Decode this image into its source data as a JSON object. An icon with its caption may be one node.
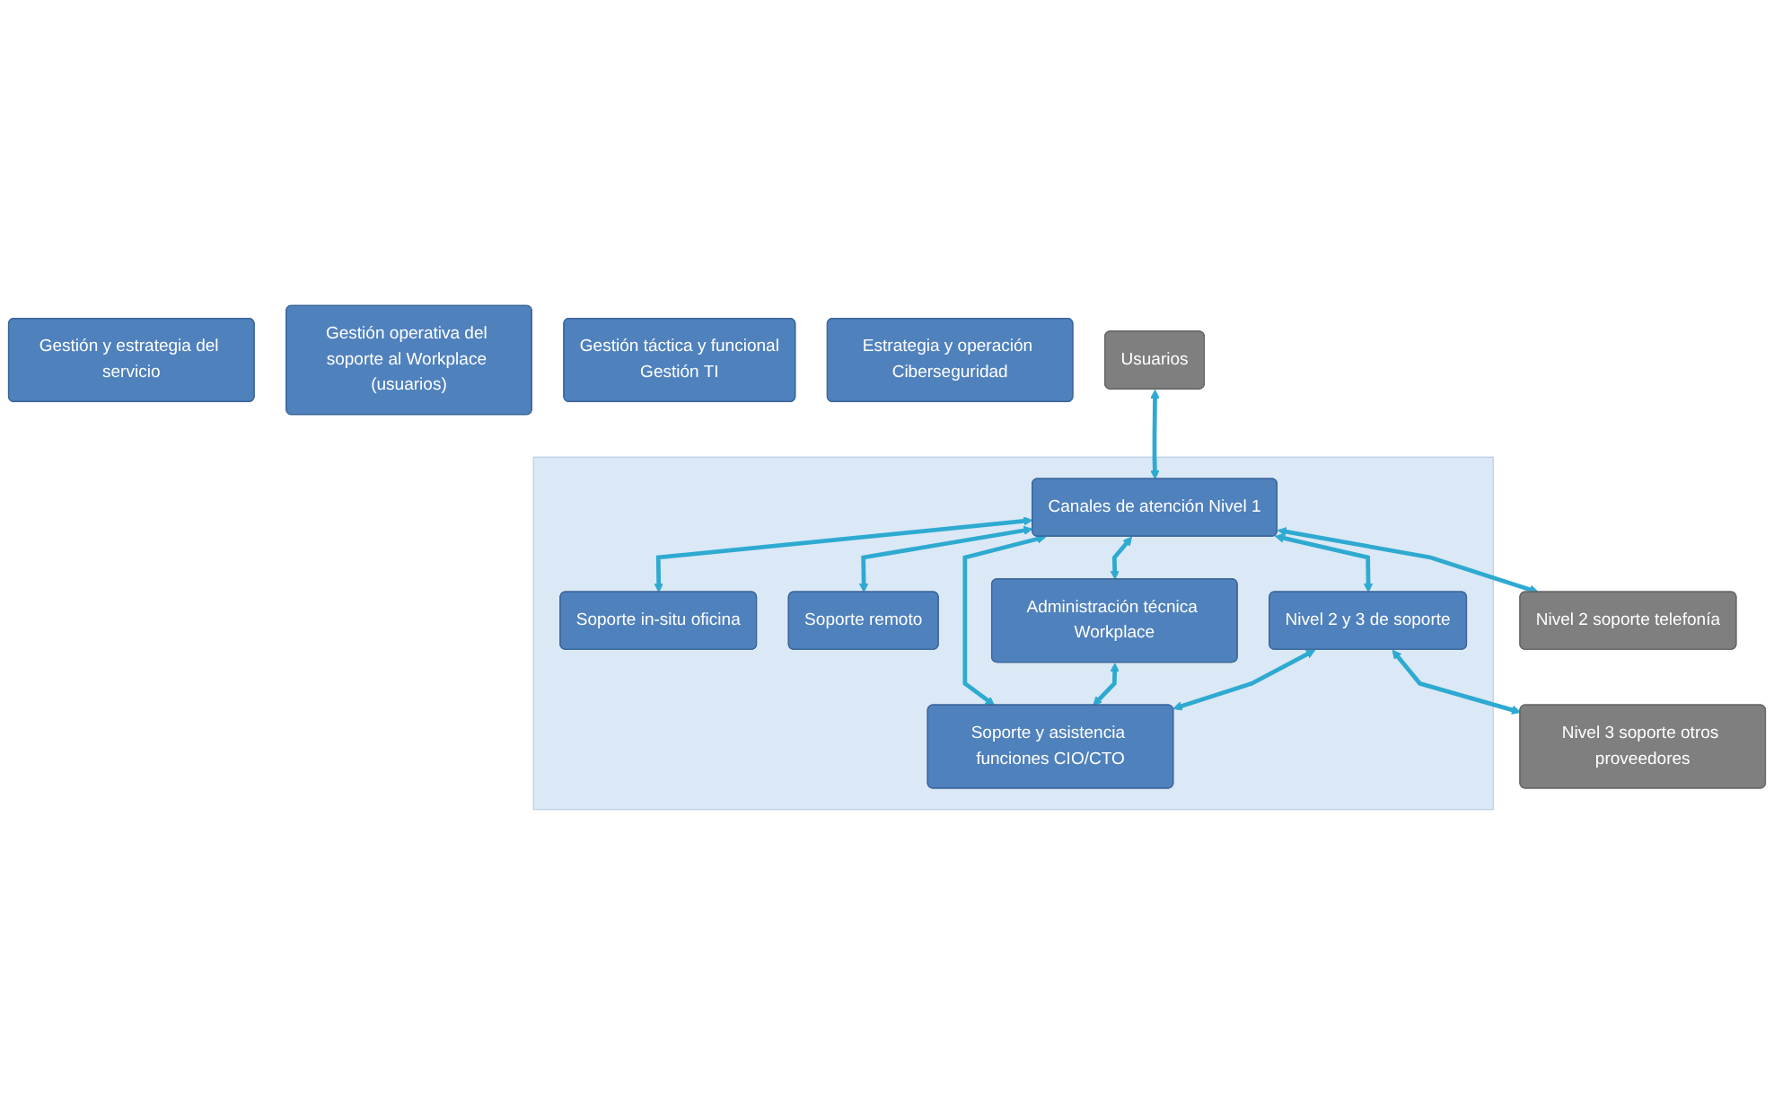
{
  "diagram": {
    "nodes": [
      {
        "text": [
          "Gestión y estrategia del servicio"
        ]
      },
      {
        "text": [
          "Gestión operativa del soporte al Workplace (usuarios)"
        ]
      },
      {
        "text": [
          "Gestión táctica y funcional",
          "Gestión TI"
        ]
      },
      {
        "text": [
          "Estrategia y operación Ciberseguridad"
        ]
      },
      {
        "text": [
          "Usuarios"
        ]
      },
      {
        "text": [],
        "shape": "box"
      },
      {
        "text": [
          "Canales de atención Nivel 1"
        ],
        "in": 5
      },
      {
        "text": [
          "Soporte in-situ oficina"
        ],
        "in": 5
      },
      {
        "text": [
          "Soporte remoto"
        ],
        "in": 5
      },
      {
        "text": [
          "Administración técnica Workplace"
        ],
        "in": 5
      },
      {
        "text": [
          "Nivel 2 y 3 de soporte"
        ],
        "in": 5
      },
      {
        "text": [
          "Soporte y asistencia funciones CIO/CTO"
        ],
        "in": 5
      },
      {
        "text": [
          "Nivel 2 soporte telefonía"
        ]
      },
      {
        "text": [
          "Nivel 3 soporte otros proveedores"
        ]
      }
    ],
    "edges": [
      {
        "from": 4,
        "to": 6,
        "arrow": "both"
      },
      {
        "from": 6,
        "to": 12,
        "arrow": "both"
      },
      {
        "from": 6,
        "to": 7,
        "arrow": "both"
      },
      {
        "from": 6,
        "to": 9,
        "arrow": "both"
      },
      {
        "from": 6,
        "to": 11,
        "arrow": "both"
      },
      {
        "from": 6,
        "to": 10,
        "arrow": "both"
      },
      {
        "from": 6,
        "to": 8,
        "arrow": "both"
      },
      {
        "from": 10,
        "to": 13,
        "arrow": "both"
      },
      {
        "from": 9,
        "to": 11,
        "arrow": "both"
      },
      {
        "from": 10,
        "to": 11,
        "arrow": "both"
      }
    ]
  }
}
